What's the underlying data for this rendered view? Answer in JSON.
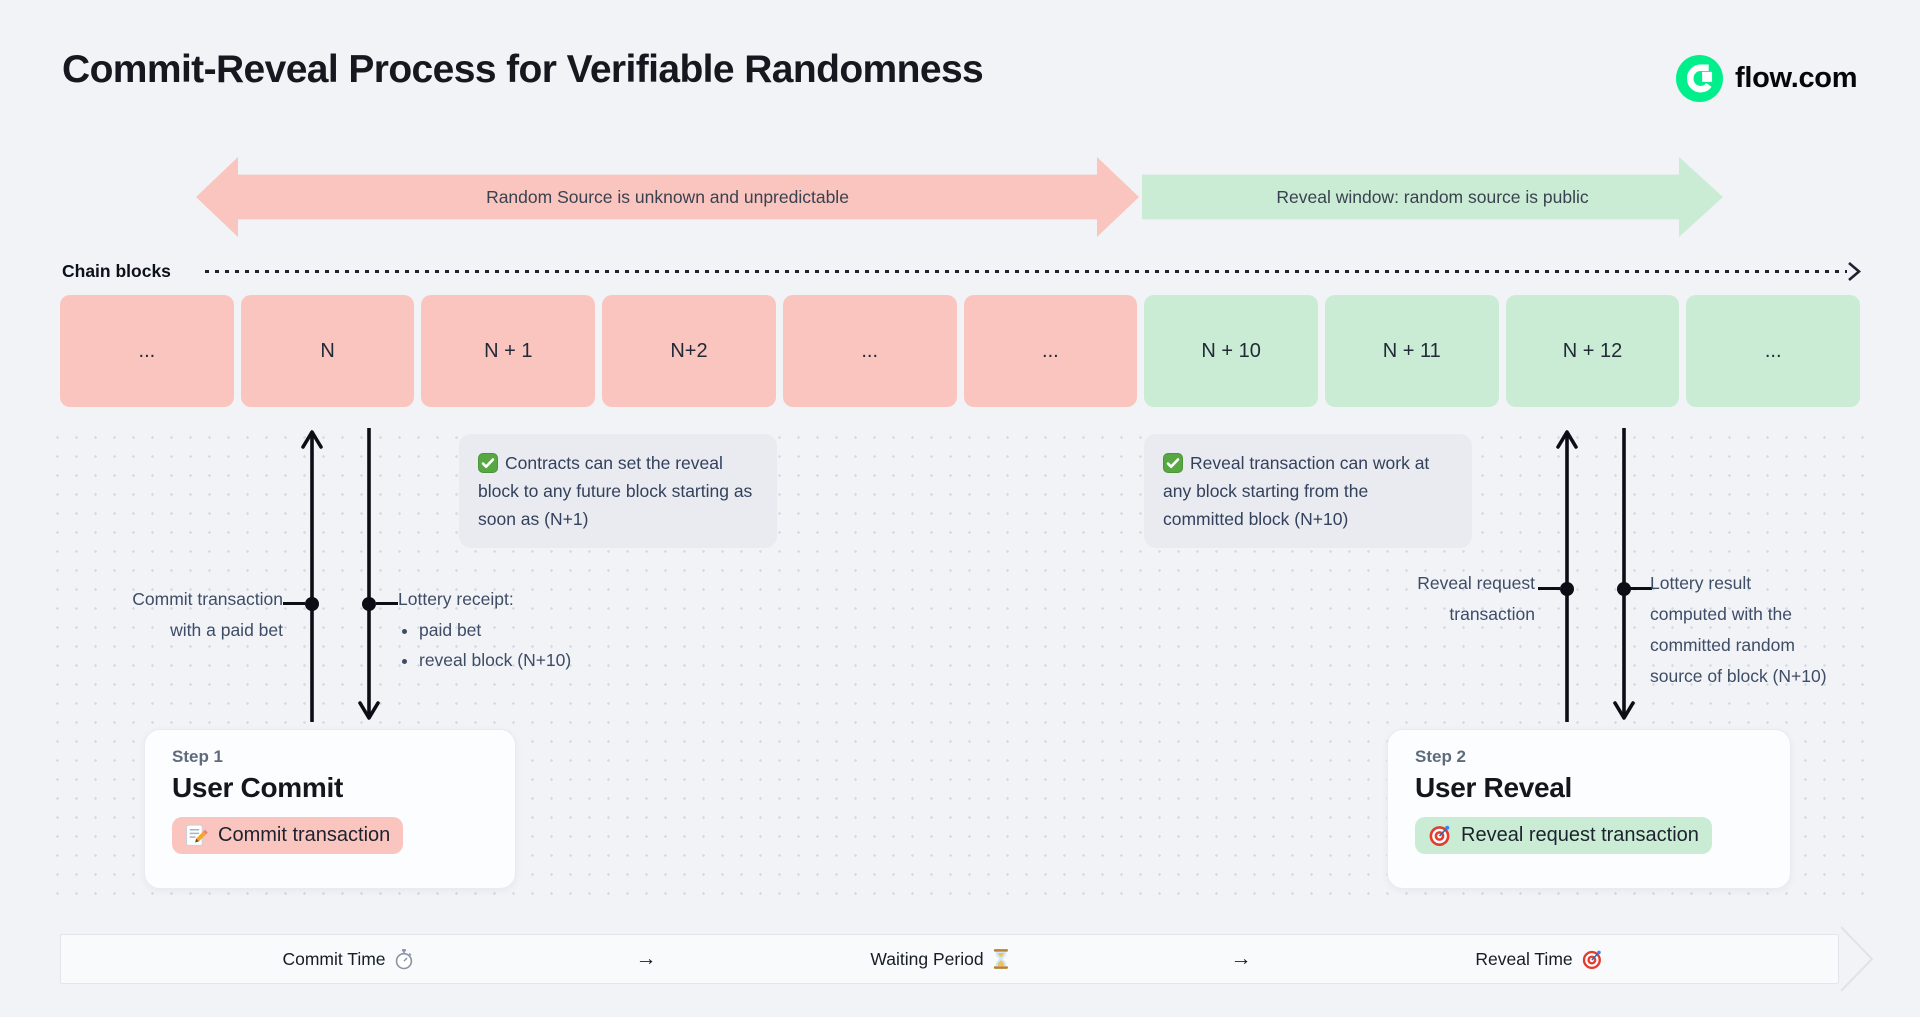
{
  "title": "Commit-Reveal Process for Verifiable Randomness",
  "brand": {
    "name": "flow.com",
    "logo_icon": "flow-logo-icon",
    "logo_color": "#00ef8b"
  },
  "phase_arrows": {
    "unknown": {
      "label": "Random Source is unknown and unpredictable",
      "color": "#f9c5be"
    },
    "reveal": {
      "label": "Reveal window: random source is public",
      "color": "#caecd4"
    }
  },
  "chain": {
    "label": "Chain blocks",
    "blocks": [
      {
        "label": "...",
        "phase": "commit"
      },
      {
        "label": "N",
        "phase": "commit"
      },
      {
        "label": "N + 1",
        "phase": "commit"
      },
      {
        "label": "N+2",
        "phase": "commit"
      },
      {
        "label": "...",
        "phase": "commit"
      },
      {
        "label": "...",
        "phase": "commit"
      },
      {
        "label": "N + 10",
        "phase": "reveal"
      },
      {
        "label": "N + 11",
        "phase": "reveal"
      },
      {
        "label": "N + 12",
        "phase": "reveal"
      },
      {
        "label": "...",
        "phase": "reveal"
      }
    ]
  },
  "notes": {
    "commit": {
      "icon": "check-icon",
      "text": "Contracts can set the reveal block to any future block starting as soon as (N+1)"
    },
    "reveal": {
      "icon": "check-icon",
      "text": "Reveal transaction can work at any block starting from the committed block (N+10)"
    }
  },
  "annotations": {
    "commit_tx": {
      "line1": "Commit transaction",
      "line2": "with a paid bet"
    },
    "lottery_receipt": {
      "title": "Lottery receipt:",
      "bullets": [
        "paid bet",
        "reveal block (N+10)"
      ]
    },
    "reveal_tx": {
      "line1": "Reveal request",
      "line2": "transaction"
    },
    "lottery_result": {
      "line1": "Lottery result",
      "line2": "computed with the",
      "line3": "committed random",
      "line4": "source of block (N+10)"
    }
  },
  "steps": [
    {
      "eyebrow": "Step 1",
      "title": "User Commit",
      "badge": "Commit transaction",
      "badge_icon": "memo-icon",
      "badge_color": "#fac5be"
    },
    {
      "eyebrow": "Step 2",
      "title": "User Reveal",
      "badge": "Reveal request transaction",
      "badge_icon": "target-icon",
      "badge_color": "#caecd4"
    }
  ],
  "timeline": {
    "items": [
      {
        "label": "Commit Time",
        "icon": "stopwatch-icon"
      },
      {
        "label": "→",
        "icon": ""
      },
      {
        "label": "Waiting Period",
        "icon": "hourglass-icon"
      },
      {
        "label": "→",
        "icon": ""
      },
      {
        "label": "Reveal Time",
        "icon": "target-icon"
      }
    ]
  }
}
